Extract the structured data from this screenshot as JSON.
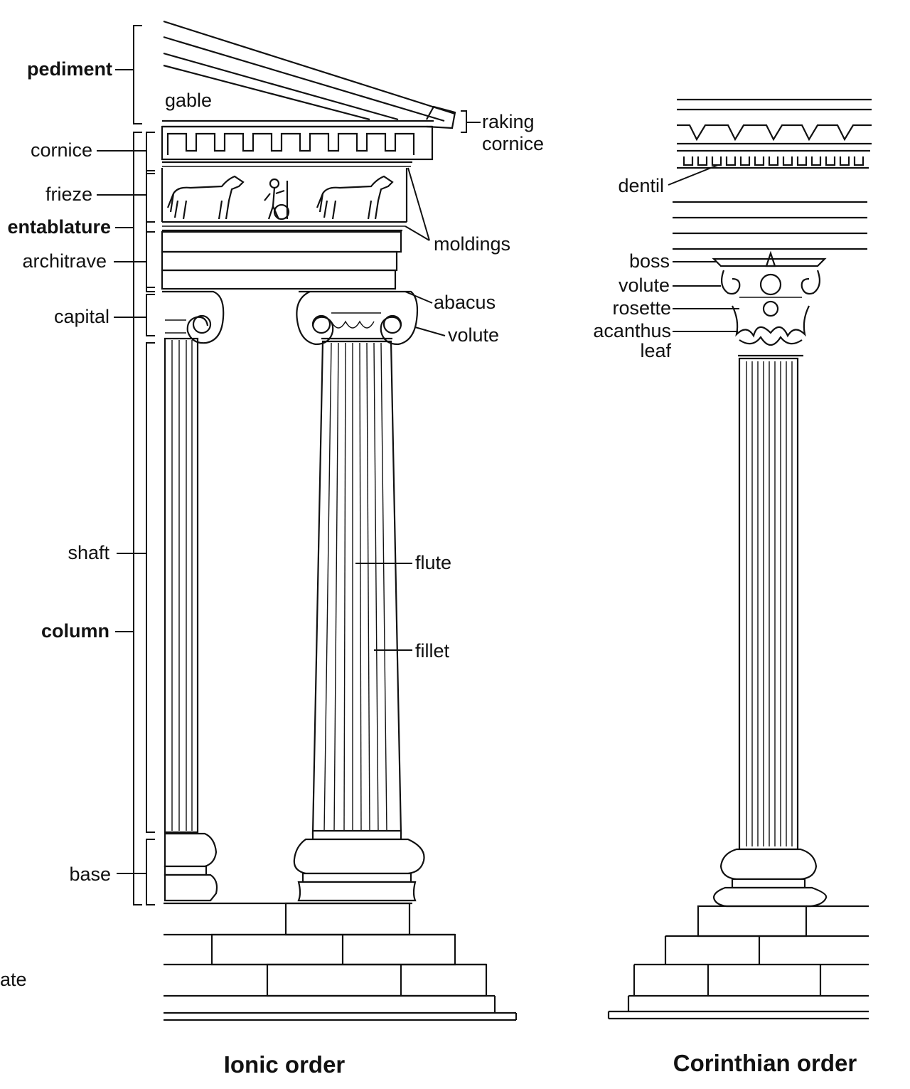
{
  "labels": {
    "pediment": "pediment",
    "gable": "gable",
    "raking_cornice_1": "raking",
    "raking_cornice_2": "cornice",
    "cornice": "cornice",
    "frieze": "frieze",
    "entablature": "entablature",
    "architrave": "architrave",
    "moldings": "moldings",
    "capital": "capital",
    "abacus": "abacus",
    "volute": "volute",
    "shaft": "shaft",
    "flute": "flute",
    "column": "column",
    "fillet": "fillet",
    "base": "base",
    "stylobate_fragment": "ate",
    "dentil": "dentil",
    "boss": "boss",
    "volute_corinthian": "volute",
    "rosette": "rosette",
    "acanthus_1": "acanthus",
    "acanthus_2": "leaf"
  },
  "captions": {
    "ionic": "Ionic order",
    "corinthian": "Corinthian order"
  }
}
